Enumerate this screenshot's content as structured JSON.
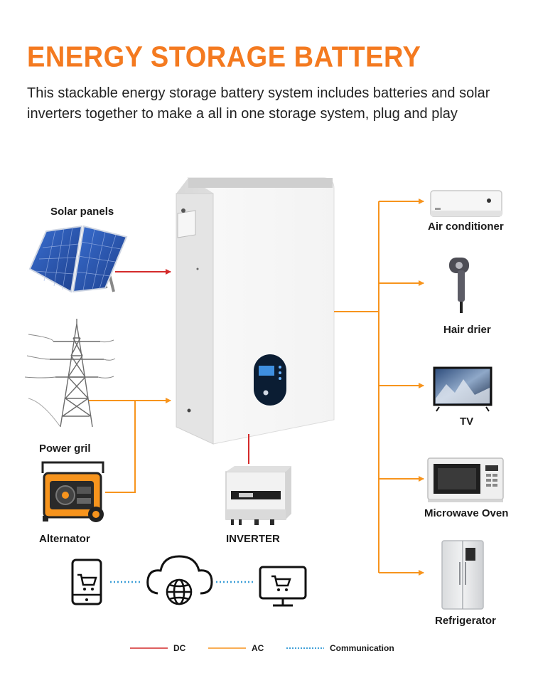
{
  "title": "ENERGY STORAGE BATTERY",
  "subtitle": "This stackable energy storage battery system includes batteries and solar inverters together to make a all in one storage system, plug and play",
  "sources": {
    "solar": "Solar panels",
    "grid": "Power gril",
    "alternator": "Alternator",
    "inverter": "INVERTER"
  },
  "loads": {
    "ac": "Air conditioner",
    "hair": "Hair drier",
    "tv": "TV",
    "microwave": "Microwave Oven",
    "fridge": "Refrigerator"
  },
  "legend": {
    "dc": "DC",
    "ac": "AC",
    "comm": "Communication"
  },
  "colors": {
    "accent": "#f47a20",
    "dc": "#d42a2a",
    "ac": "#f7941d",
    "communication": "#3fa0d8"
  }
}
